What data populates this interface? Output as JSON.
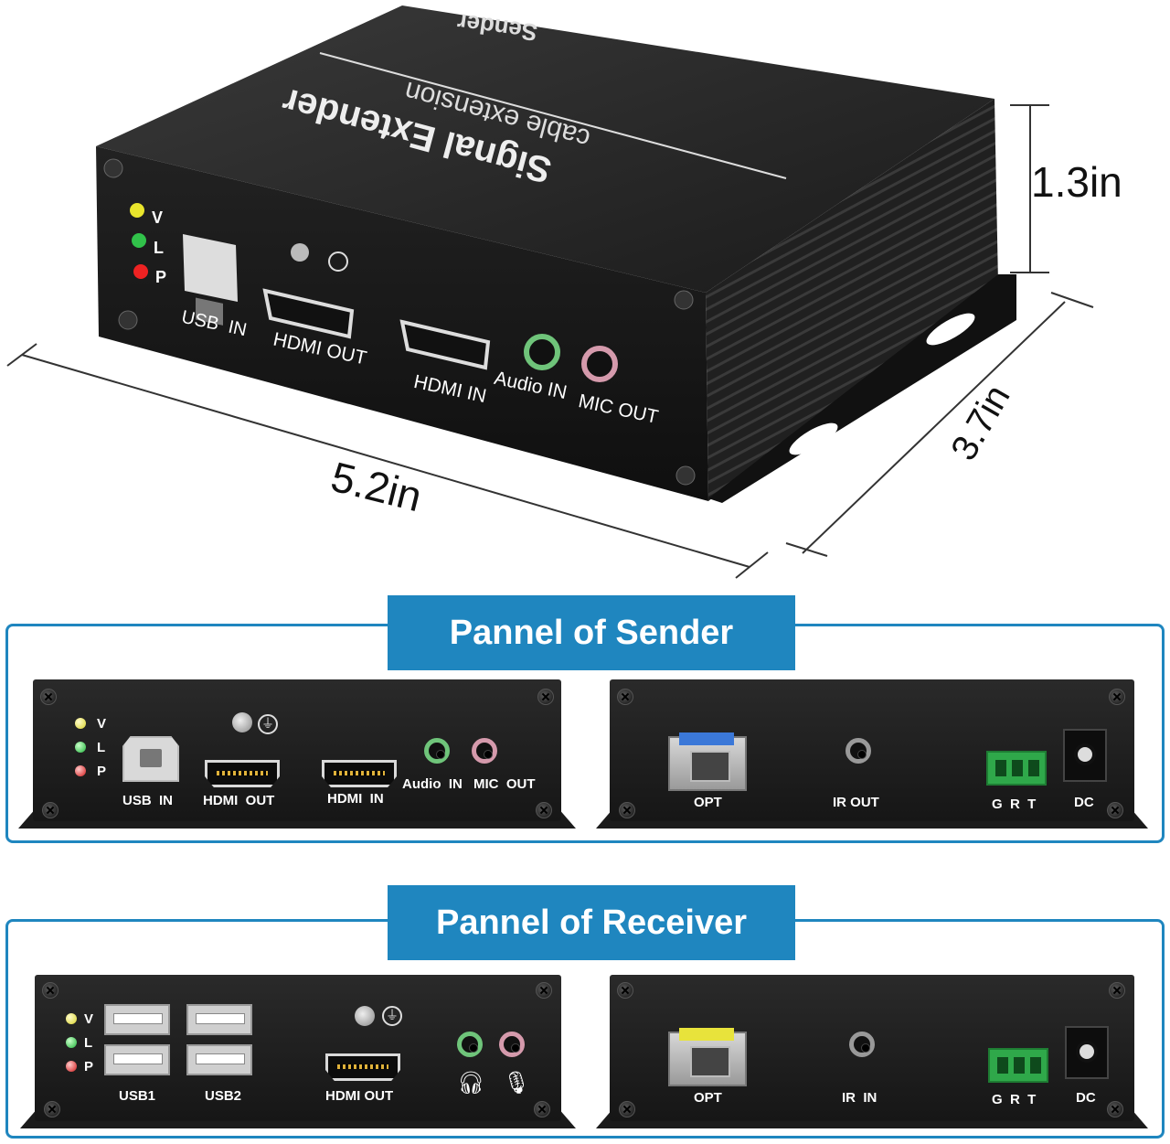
{
  "hero": {
    "top_label": "Sender",
    "title": "Signal Extender",
    "subtitle": "cable extension",
    "leds": [
      "V",
      "L",
      "P"
    ],
    "ports": {
      "usb": "USB  IN",
      "hdmi_out": "HDMI OUT",
      "hdmi_in": "HDMI IN",
      "audio_in": "Audio IN",
      "mic_out": "MIC OUT"
    },
    "dims": {
      "width": "5.2in",
      "depth": "3.7in",
      "height": "1.3in"
    }
  },
  "sender": {
    "title": "Pannel of Sender",
    "front": {
      "leds": [
        "V",
        "L",
        "P"
      ],
      "usb_in": "USB  IN",
      "hdmi_out": "HDMI  OUT",
      "hdmi_in": "HDMI  IN",
      "audio_in": "Audio  IN",
      "mic_out": "MIC  OUT"
    },
    "back": {
      "opt": "OPT",
      "ir": "IR OUT",
      "grt": "G  R  T",
      "dc": "DC"
    }
  },
  "receiver": {
    "title": "Pannel of Receiver",
    "front": {
      "leds": [
        "V",
        "L",
        "P"
      ],
      "usb1": "USB1",
      "usb2": "USB2",
      "hdmi_out": "HDMI OUT"
    },
    "back": {
      "opt": "OPT",
      "ir": "IR  IN",
      "grt": "G  R  T",
      "dc": "DC"
    }
  }
}
